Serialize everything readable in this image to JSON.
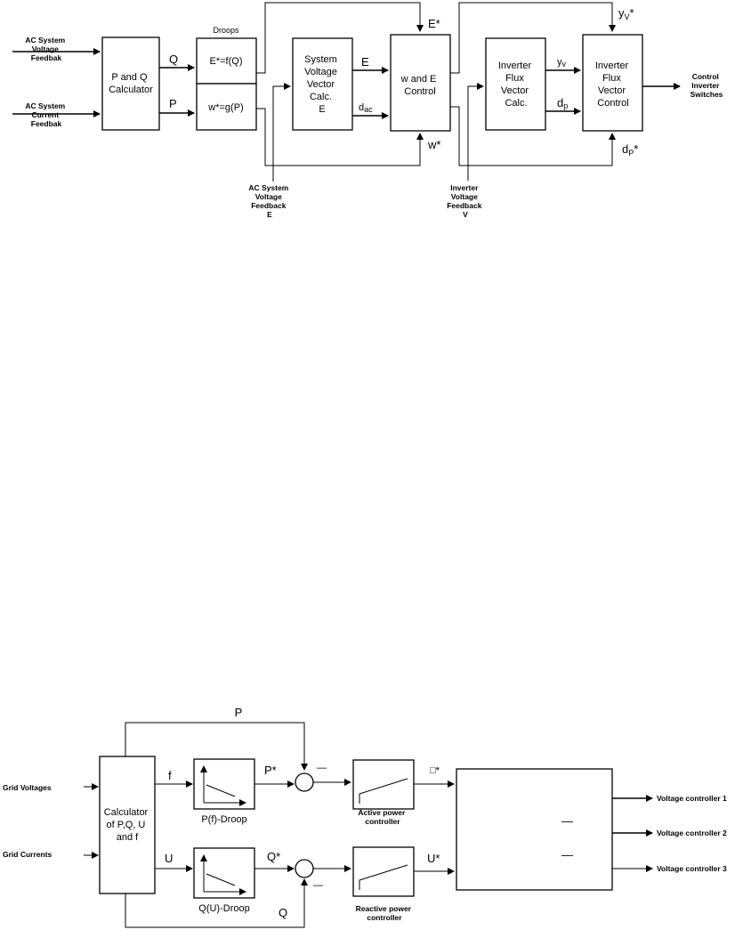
{
  "top": {
    "inputs": {
      "voltage": [
        "AC System",
        "Voltage",
        "Feedbak"
      ],
      "current": [
        "AC System",
        "Current",
        "Feedbak"
      ]
    },
    "pq_calc": [
      "P and Q",
      "Calculator"
    ],
    "droops_title": "Droops",
    "droop_e": "E*=f(Q)",
    "droop_w": "w*=g(P)",
    "sig_q": "Q",
    "sig_p": "P",
    "svv": [
      "System",
      "Voltage",
      "Vector",
      "Calc.",
      "E"
    ],
    "sig_e": "E",
    "sig_dac": "d",
    "sig_dac_sub": "ac",
    "we_control": [
      "w and E",
      "Control"
    ],
    "e_star": "E*",
    "w_star": "w*",
    "ifv_calc": [
      "Inverter",
      "Flux",
      "Vector",
      "Calc."
    ],
    "sig_yv": "y",
    "sig_yv_sub": "v",
    "sig_dp": "d",
    "sig_dp_sub": "p",
    "ifv_control": [
      "Inverter",
      "Flux",
      "Vector",
      "Control"
    ],
    "yv_star": "y",
    "yv_star_sub": "V",
    "yv_star_sup": "*",
    "dp_star": "d",
    "dp_star_sub": "P",
    "dp_star_sup": "*",
    "output": [
      "Control",
      "Inverter",
      "Switches"
    ],
    "ac_feedback": [
      "AC System",
      "Voltage",
      "Feedback",
      "E"
    ],
    "inv_feedback": [
      "Inverter",
      "Voltage",
      "Feedback",
      "V"
    ]
  },
  "bottom": {
    "in_voltages": "Grid Voltages",
    "in_currents": "Grid Currents",
    "calc": [
      "Calculator",
      "of P,Q, U",
      "and f"
    ],
    "sig_p_top": "P",
    "sig_f": "f",
    "sig_u": "U",
    "sig_q_bottom": "Q",
    "p_star": "P*",
    "q_star": "Q*",
    "pf_droop": "P(f)-Droop",
    "qu_droop": "Q(U)-Droop",
    "minus_top": "—",
    "minus_bottom": "—",
    "active_ctrl": [
      "Active power",
      "controller"
    ],
    "reactive_ctrl": [
      "Reactive power",
      "controller"
    ],
    "theta_star": "□*",
    "u_star": "U*",
    "big_dash_1": "—",
    "big_dash_2": "—",
    "outputs": [
      "Voltage controller 1",
      "Voltage controller 2",
      "Voltage controller 3"
    ]
  }
}
